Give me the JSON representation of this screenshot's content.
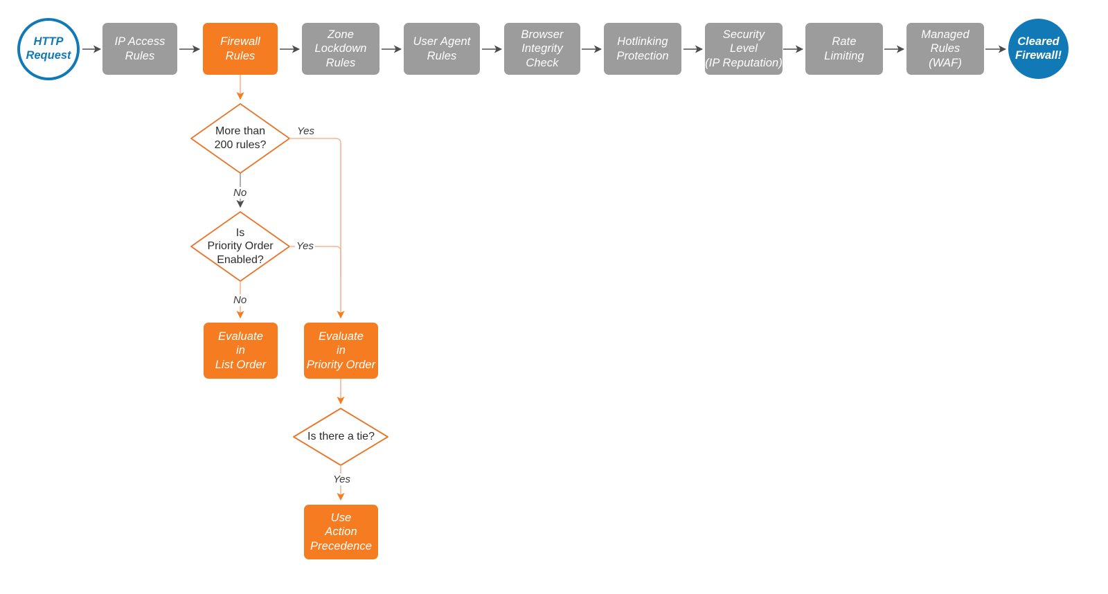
{
  "diagram": {
    "title": "Cloudflare firewall request evaluation order",
    "colors": {
      "gray_node": "#9c9c9c",
      "orange_node": "#f57c20",
      "blue_node": "#1179b5",
      "gray_edge": "#4d4d4d",
      "orange_edge": "#f57c20",
      "light_orange_edge": "#f9b391",
      "diamond_stroke": "#e8762b",
      "background": "#ffffff"
    },
    "pipeline": [
      {
        "id": "http-request",
        "label": "HTTP\nRequest",
        "shape": "circle",
        "style": "start"
      },
      {
        "id": "ip-access-rules",
        "label": "IP Access\nRules",
        "shape": "box",
        "style": "gray"
      },
      {
        "id": "firewall-rules",
        "label": "Firewall\nRules",
        "shape": "box",
        "style": "orange"
      },
      {
        "id": "zone-lockdown",
        "label": "Zone\nLockdown\nRules",
        "shape": "box",
        "style": "gray"
      },
      {
        "id": "user-agent-rules",
        "label": "User Agent\nRules",
        "shape": "box",
        "style": "gray"
      },
      {
        "id": "browser-integrity",
        "label": "Browser\nIntegrity\nCheck",
        "shape": "box",
        "style": "gray"
      },
      {
        "id": "hotlinking",
        "label": "Hotlinking\nProtection",
        "shape": "box",
        "style": "gray"
      },
      {
        "id": "security-level",
        "label": "Security\nLevel\n(IP Reputation)",
        "shape": "box",
        "style": "gray"
      },
      {
        "id": "rate-limiting",
        "label": "Rate\nLimiting",
        "shape": "box",
        "style": "gray"
      },
      {
        "id": "managed-rules",
        "label": "Managed\nRules\n(WAF)",
        "shape": "box",
        "style": "gray"
      },
      {
        "id": "cleared-firewall",
        "label": "Cleared\nFirewall!",
        "shape": "circle",
        "style": "end"
      }
    ],
    "decisions": [
      {
        "id": "more-than-200-rules",
        "label": "More than\n200 rules?"
      },
      {
        "id": "priority-order-enabled",
        "label": "Is\nPriority Order\nEnabled?"
      },
      {
        "id": "is-there-a-tie",
        "label": "Is there a tie?"
      }
    ],
    "outcomes": [
      {
        "id": "evaluate-list-order",
        "label": "Evaluate\nin\nList Order"
      },
      {
        "id": "evaluate-priority-order",
        "label": "Evaluate\nin\nPriority Order"
      },
      {
        "id": "use-action-precedence",
        "label": "Use\nAction\nPrecedence"
      }
    ],
    "edge_labels": {
      "more_than_200_yes": "Yes",
      "more_than_200_no": "No",
      "priority_order_yes": "Yes",
      "priority_order_no": "No",
      "tie_yes": "Yes"
    }
  }
}
